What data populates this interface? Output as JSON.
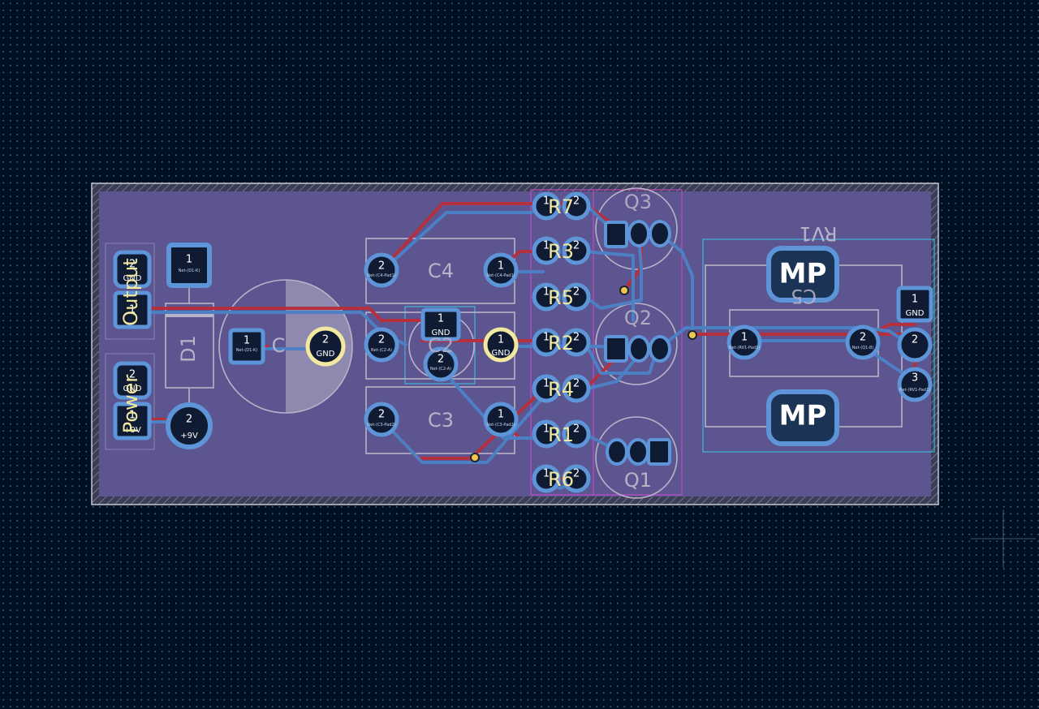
{
  "board": {
    "colors": {
      "background": "#001023",
      "board_fill": "#5c5590",
      "edge": "#c8c8d4",
      "front_copper": "#b5303e",
      "back_copper": "#4d7fc4",
      "pad_dark": "#0e1b33",
      "pad_ring": "#5e94d8",
      "silkscreen": "#b9b3c9",
      "courtyard": "#d24bd2",
      "fab_cyan": "#3ec8e8",
      "via": "#f2c64a"
    },
    "labels": {
      "r7": "R7",
      "r3": "R3",
      "r5": "R5",
      "r2": "R2",
      "r4": "R4",
      "r1": "R1",
      "r6": "R6",
      "c4": "C4",
      "c3": "C3",
      "c2": "C2",
      "c5": "C5",
      "c1": "C",
      "d1": "D1",
      "q1": "Q1",
      "q2": "Q2",
      "q3": "Q3",
      "rv1": "RV1",
      "power": "Power",
      "output": "Output",
      "mp_top": "MP",
      "mp_bottom": "MP"
    },
    "pads": {
      "one": "1",
      "two": "2",
      "three": "3",
      "gnd": "GND",
      "plus9v": "+9V"
    },
    "mini_nets": {
      "d1k": "Net-(D1-K)",
      "q1b": "Net-(Q1-B)",
      "c2a": "Net-(C2-A)",
      "c3": "Net-(C3-Pad2)",
      "c4": "Net-(C4-Pad1)",
      "rv1": "Net-(RV1-Pad1)"
    }
  }
}
